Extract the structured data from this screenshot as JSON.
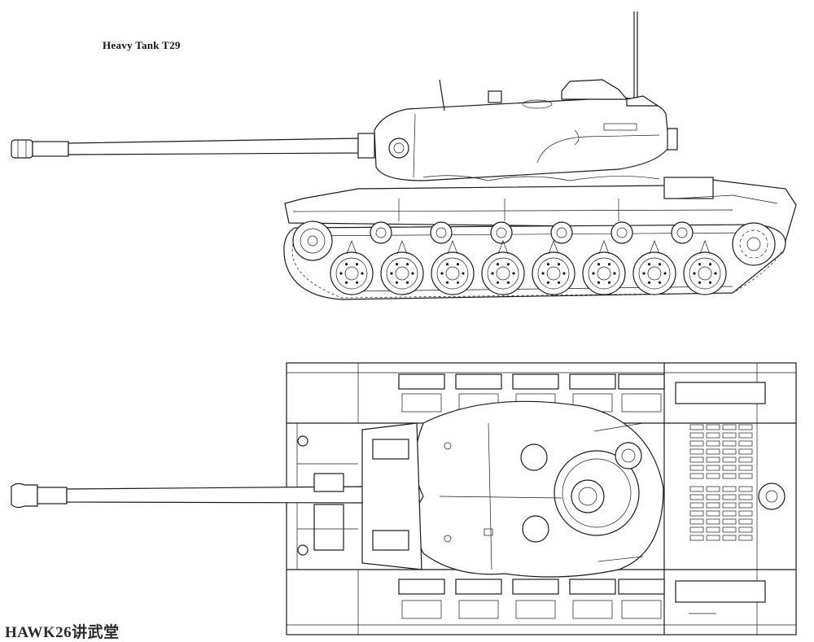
{
  "drawing": {
    "title": "Heavy Tank T29",
    "watermark": "HAWK26讲武堂"
  },
  "views": {
    "side": {
      "road_wheels": 8,
      "return_rollers": 6
    },
    "top": {}
  }
}
